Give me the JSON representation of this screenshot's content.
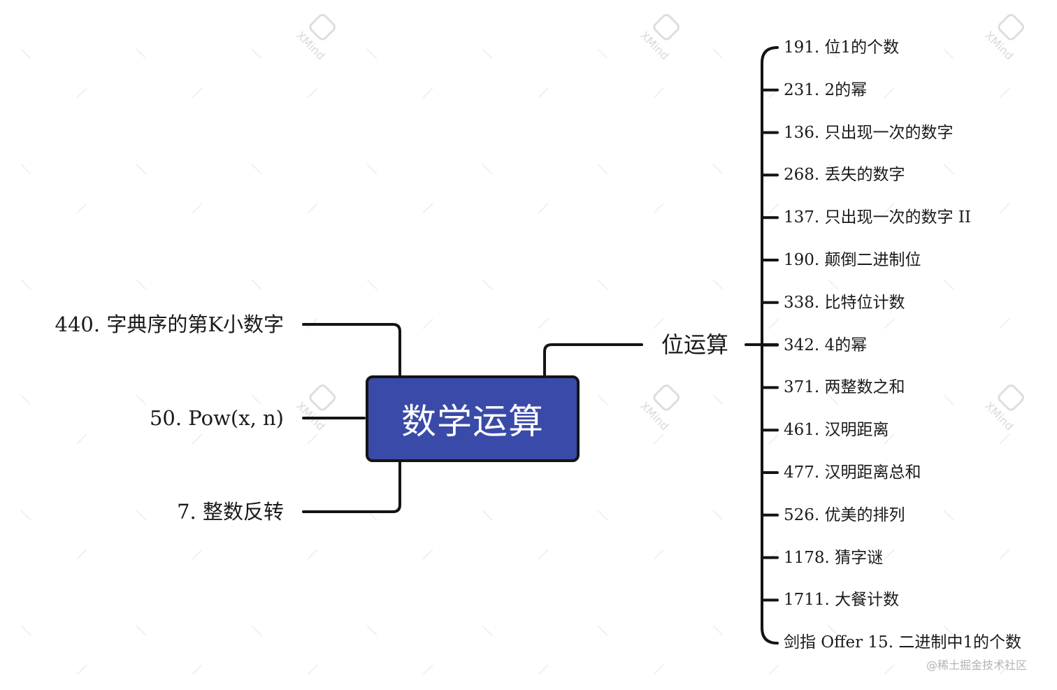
{
  "root": {
    "label": "数学运算",
    "fill_color": "#3a4aa8"
  },
  "left_topics": [
    {
      "label": "440. 字典序的第K小数字"
    },
    {
      "label": "50. Pow(x, n)"
    },
    {
      "label": "7. 整数反转"
    }
  ],
  "right_topic": {
    "label": "位运算",
    "children": [
      "191. 位1的个数",
      "231. 2的幂",
      "136. 只出现一次的数字",
      "268. 丢失的数字",
      "137. 只出现一次的数字 II",
      "190. 颠倒二进制位",
      "338. 比特位计数",
      "342. 4的幂",
      "371. 两整数之和",
      "461. 汉明距离",
      "477. 汉明距离总和",
      "526. 优美的排列",
      "1178. 猜字谜",
      "1711. 大餐计数",
      "剑指 Offer 15. 二进制中1的个数"
    ]
  },
  "watermark": {
    "brand": "XMind",
    "icon": "xmind-logo-icon"
  },
  "credit": "@稀土掘金技术社区"
}
